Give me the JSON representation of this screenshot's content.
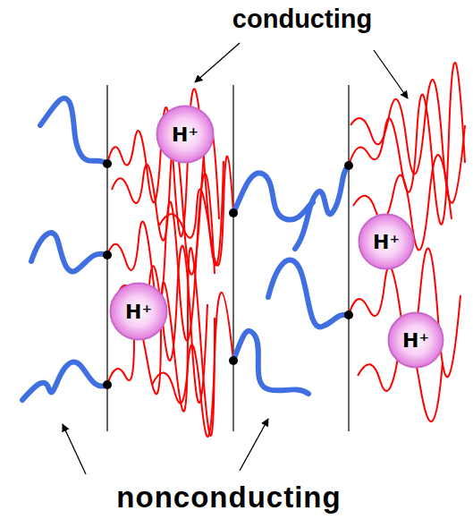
{
  "diagram": {
    "nodes": [
      {
        "text": [
          "H⁺"
        ]
      },
      {
        "text": [
          "H⁺"
        ]
      },
      {
        "text": [
          "H⁺"
        ]
      },
      {
        "text": [
          "H⁺"
        ]
      }
    ],
    "labels": [
      "conducting",
      "nonconducting"
    ]
  }
}
